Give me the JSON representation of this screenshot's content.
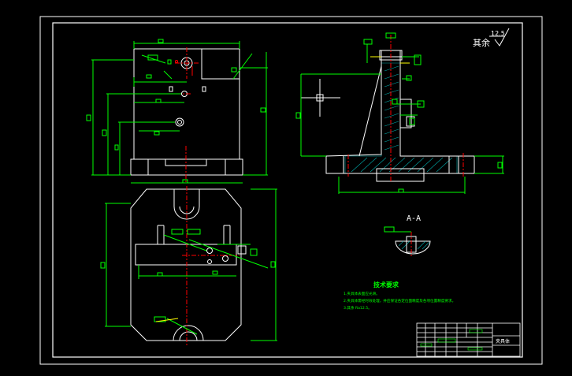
{
  "drawing": {
    "roughness_note": "其余",
    "roughness_value": "12.5",
    "section_label": "A-A",
    "tech_req_title": "技术要求",
    "tech_req_items": [
      "1.夹具体表面应光滑。",
      "2.夹具体需经时效处理，并应保证各定位面精度及各项位置精度要求。",
      "3.其余 Ra12.5。"
    ],
    "title_block_name": "夹具体"
  },
  "colors": {
    "background": "#000000",
    "frame": "#ffffff",
    "outline": "#ffffff",
    "dimension": "#00ff00",
    "centerline": "#ff0000",
    "hatch": "#00ffff",
    "annotation": "#ffff00"
  }
}
